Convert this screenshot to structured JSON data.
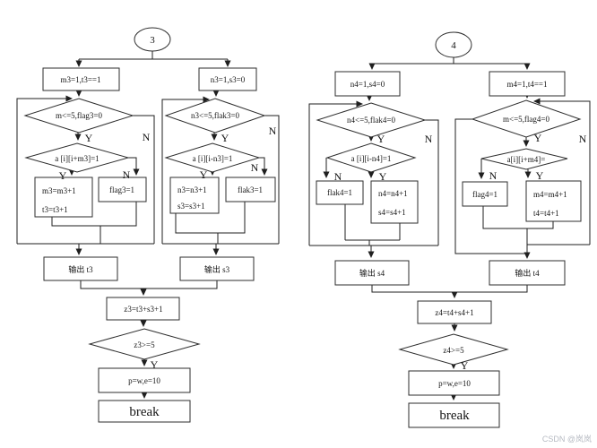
{
  "watermark": "CSDN @岚岚",
  "yn": {
    "y": "Y",
    "n": "N"
  },
  "chart3": {
    "terminal": "3",
    "left": {
      "init": "m3=1,t3==1",
      "loop_cond": "m<=5,flag3=0",
      "if_cond": "a [i][i+m3]=1",
      "then1": "m3=m3+1",
      "then2": "t3=t3+1",
      "else": "flag3=1"
    },
    "right": {
      "init": "n3=1,s3=0",
      "loop_cond": "n3<=5,flak3=0",
      "if_cond": "a [i][i-n3]=1",
      "then1": "n3=n3+1",
      "then2": "s3=s3+1",
      "else": "flak3=1"
    },
    "out_left": "输出 t3",
    "out_right": "输出 s3",
    "sum": "z3=t3+s3+1",
    "final_cond": "z3>=5",
    "assign": "p=w,e=10",
    "end": "break"
  },
  "chart4": {
    "terminal": "4",
    "left": {
      "init": "n4=1,s4=0",
      "loop_cond": "n4<=5,flak4=0",
      "if_cond": "a [i][i-n4]=1",
      "then1": "n4=n4+1",
      "then2": "s4=s4+1",
      "else": "flak4=1"
    },
    "right": {
      "init": "m4=1,t4==1",
      "loop_cond": "m<=5,flag4=0",
      "if_cond": "a[i][i+m4]=",
      "then1": "m4=m4+1",
      "then2": "t4=t4+1",
      "else": "flag4=1"
    },
    "out_left": "输出 s4",
    "out_right": "输出 t4",
    "sum": "z4=t4+s4+1",
    "final_cond": "z4>=5",
    "assign": "p=w,e=10",
    "end": "break"
  }
}
